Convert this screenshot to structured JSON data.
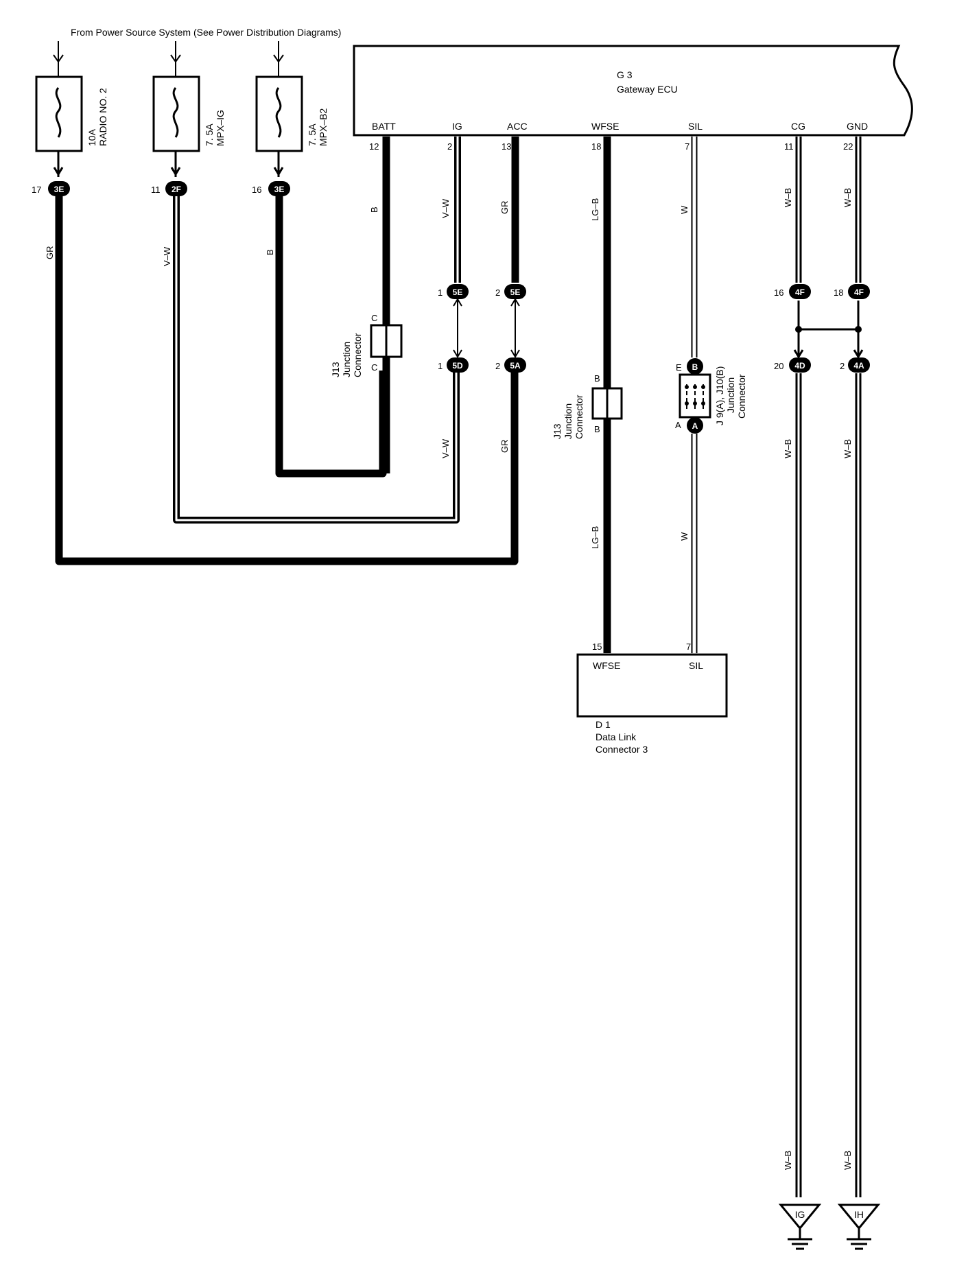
{
  "header": {
    "source_note": "From Power Source System (See  Power Distribution Diagrams)"
  },
  "fuses": [
    {
      "rating": "10A",
      "name": "RADIO NO. 2"
    },
    {
      "rating": "7. 5A",
      "name": "MPX–IG"
    },
    {
      "rating": "7. 5A",
      "name": "MPX–B2"
    }
  ],
  "fuse_connectors": [
    {
      "pin": "17",
      "id": "3E"
    },
    {
      "pin": "11",
      "id": "2F"
    },
    {
      "pin": "16",
      "id": "3E"
    }
  ],
  "ecu": {
    "code": "G 3",
    "name": "Gateway ECU",
    "terminals": [
      {
        "name": "BATT",
        "pin": "12"
      },
      {
        "name": "IG",
        "pin": "2"
      },
      {
        "name": "ACC",
        "pin": "13"
      },
      {
        "name": "WFSE",
        "pin": "18"
      },
      {
        "name": "SIL",
        "pin": "7"
      },
      {
        "name": "CG",
        "pin": "11"
      },
      {
        "name": "GND",
        "pin": "22"
      }
    ]
  },
  "wires": {
    "gr_left": "GR",
    "vw_left": "V–W",
    "b_left": "B",
    "batt": "B",
    "ig_top": "V–W",
    "acc_top": "GR",
    "ig_bottom": "V–W",
    "acc_bottom": "GR",
    "wfse_top": "LG–B",
    "wfse_bottom": "LG–B",
    "sil_top": "W",
    "sil_bottom": "W",
    "cg_top": "W–B",
    "gnd_top": "W–B",
    "cg_mid": "W–B",
    "gnd_mid": "W–B",
    "cg_bottom": "W–B",
    "gnd_bottom": "W–B"
  },
  "inline_connectors": {
    "ig_upper": {
      "pin": "1",
      "id": "5E"
    },
    "ig_lower": {
      "pin": "1",
      "id": "5D"
    },
    "acc_upper": {
      "pin": "2",
      "id": "5E"
    },
    "acc_lower": {
      "pin": "2",
      "id": "5A"
    },
    "cg_upper": {
      "pin": "16",
      "id": "4F"
    },
    "gnd_upper": {
      "pin": "18",
      "id": "4F"
    },
    "cg_lower": {
      "pin": "20",
      "id": "4D"
    },
    "gnd_lower": {
      "pin": "2",
      "id": "4A"
    },
    "sil_b": {
      "pin": "E",
      "id": "B"
    },
    "sil_a": {
      "pin": "A",
      "id": "A"
    }
  },
  "junction_left": {
    "code": "J13",
    "name_line1": "Junction",
    "name_line2": "Connector",
    "pin_top": "C",
    "pin_bottom": "C"
  },
  "junction_mid": {
    "code": "J13",
    "name_line1": "Junction",
    "name_line2": "Connector",
    "pin_top": "B",
    "pin_bottom": "B"
  },
  "junction_right": {
    "code": "J 9(A), J10(B)",
    "name_line1": "Junction",
    "name_line2": "Connector"
  },
  "dlc": {
    "code": "D 1",
    "name_line1": "Data Link",
    "name_line2": "Connector 3",
    "terminals": [
      {
        "name": "WFSE",
        "pin": "15"
      },
      {
        "name": "SIL",
        "pin": "7"
      }
    ]
  },
  "grounds": [
    {
      "id": "IG"
    },
    {
      "id": "IH"
    }
  ]
}
